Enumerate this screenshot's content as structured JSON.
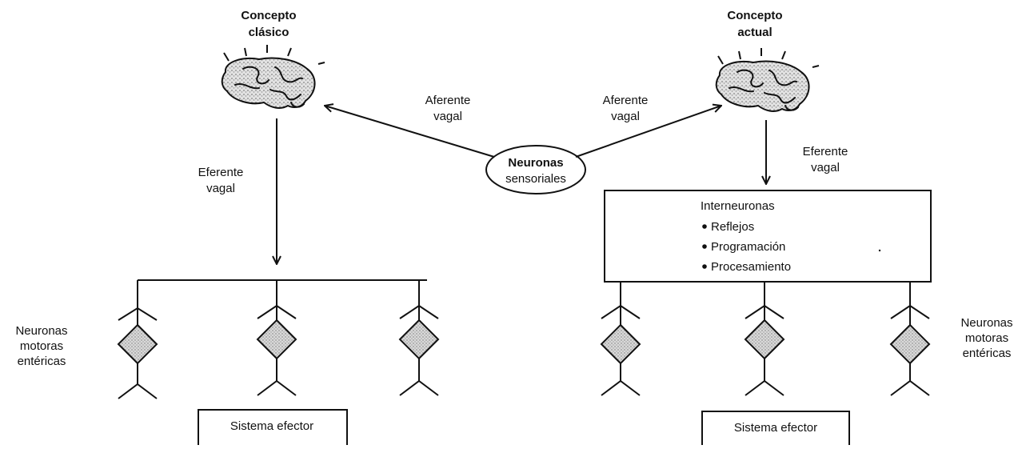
{
  "left": {
    "title_line1": "Concepto",
    "title_line2": "clásico",
    "efferent_line1": "Eferente",
    "efferent_line2": "vagal",
    "afferent_line1": "Aferente",
    "afferent_line2": "vagal",
    "motor_line1": "Neuronas",
    "motor_line2": "motoras",
    "motor_line3": "entéricas",
    "effector": "Sistema efector"
  },
  "right": {
    "title_line1": "Concepto",
    "title_line2": "actual",
    "efferent_line1": "Eferente",
    "efferent_line2": "vagal",
    "afferent_line1": "Aferente",
    "afferent_line2": "vagal",
    "interneurons_title": "Interneuronas",
    "interneuron_items": [
      "Reflejos",
      "Programación",
      "Procesamiento"
    ],
    "motor_line1": "Neuronas",
    "motor_line2": "motoras",
    "motor_line3": "entéricas",
    "effector": "Sistema efector"
  },
  "center": {
    "sensory_line1": "Neuronas",
    "sensory_line2": "sensoriales"
  }
}
